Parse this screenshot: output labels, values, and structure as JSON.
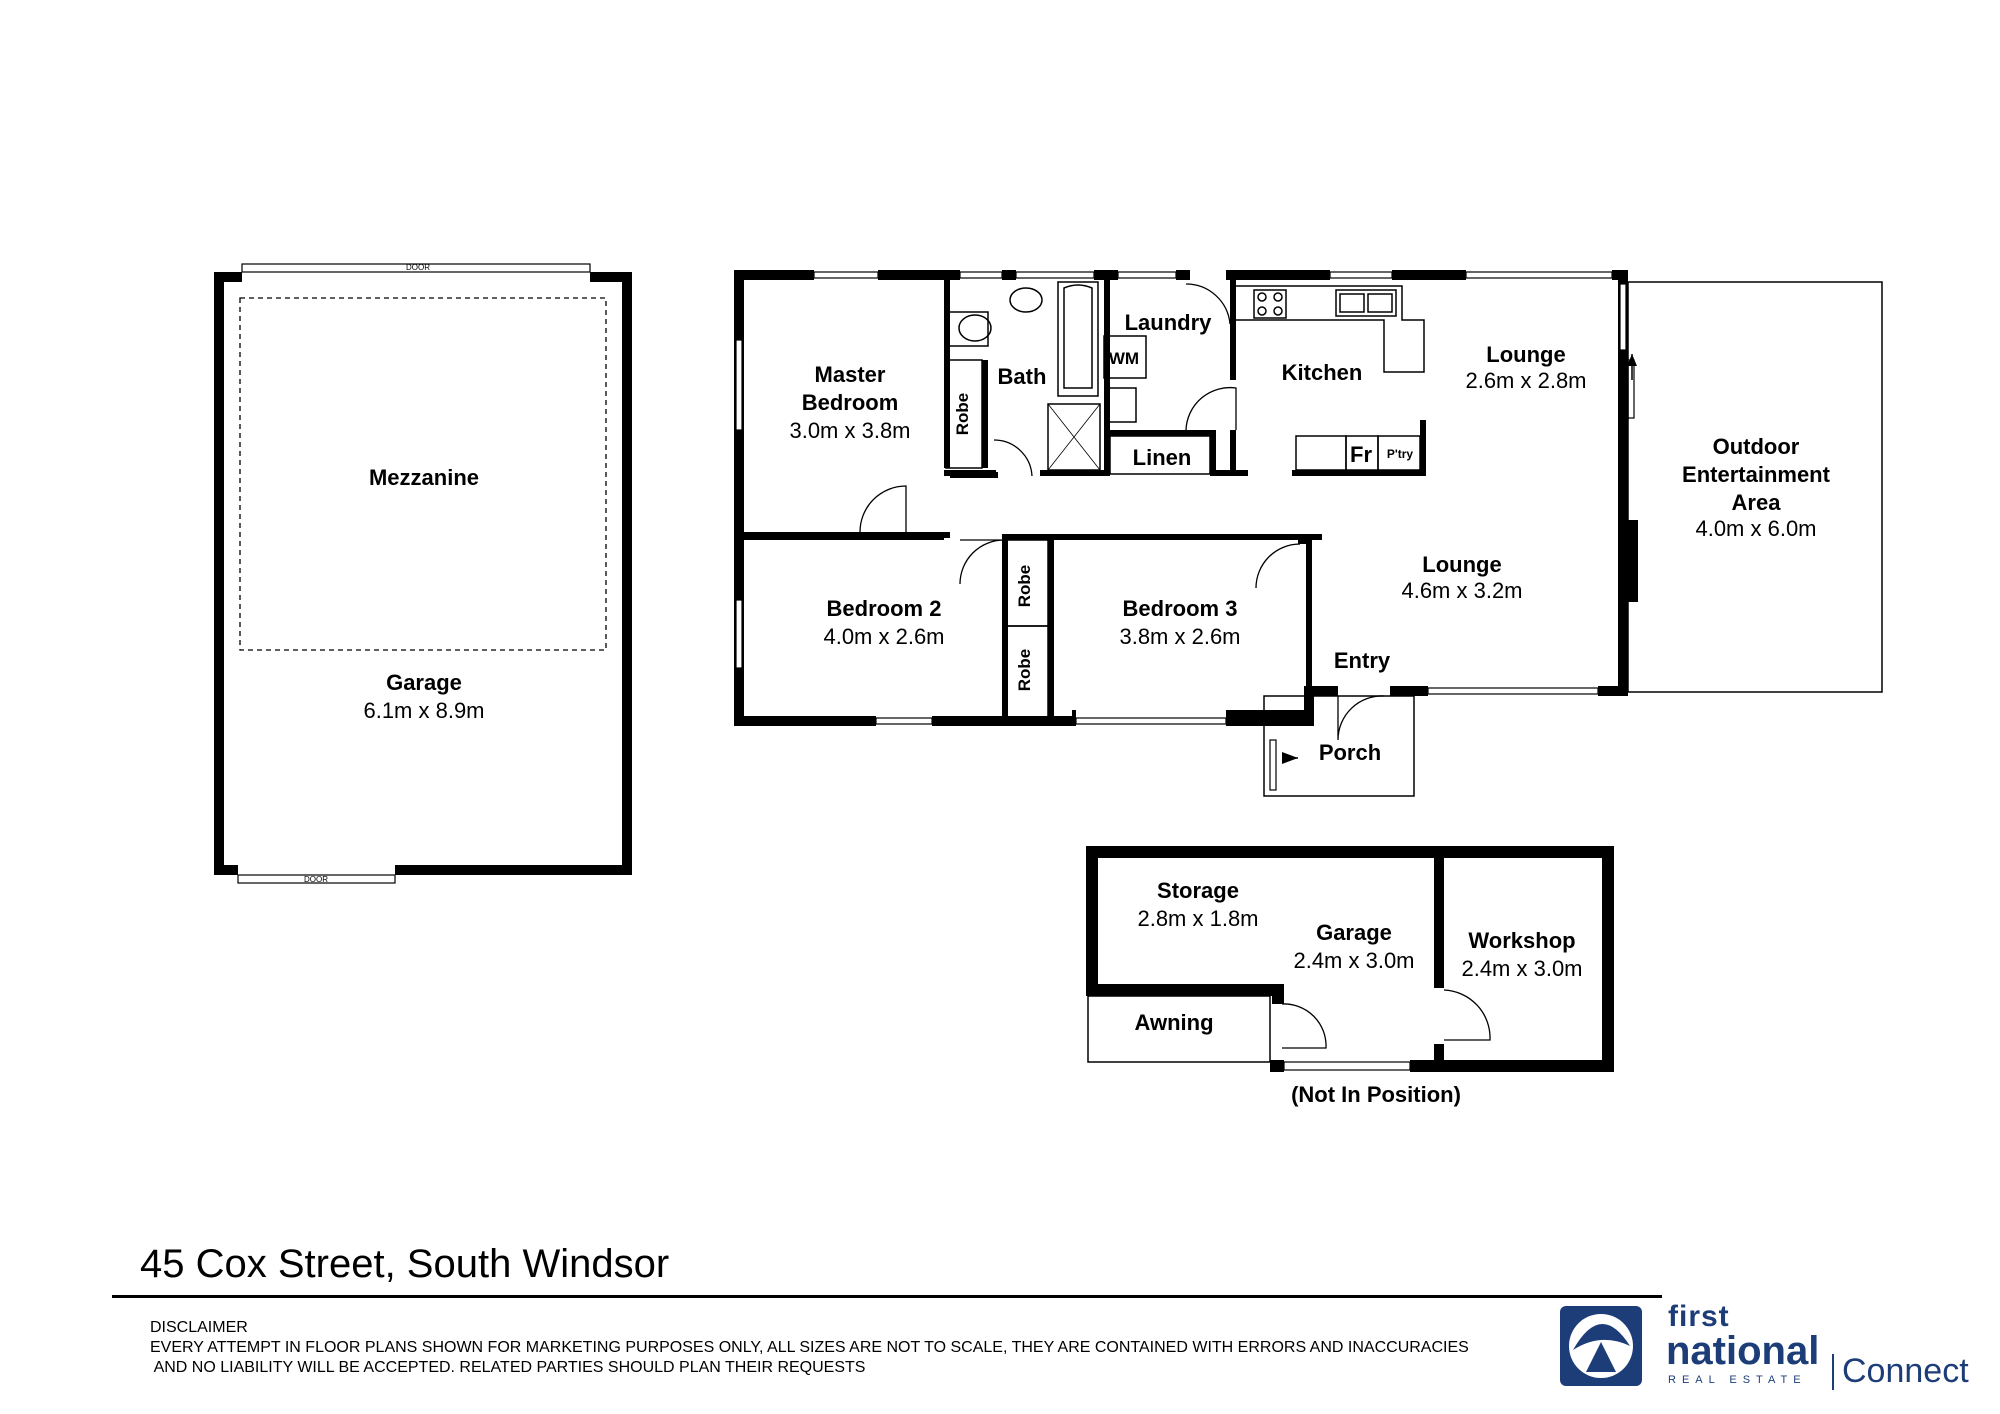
{
  "plan": {
    "address": "45 Cox Street, South Windsor",
    "door_label": "DOOR",
    "rooms": {
      "mezzanine": "Mezzanine",
      "garage_main": {
        "name": "Garage",
        "size": "6.1m x 8.9m"
      },
      "master_bedroom": {
        "name_line1": "Master",
        "name_line2": "Bedroom",
        "size": "3.0m x 3.8m"
      },
      "bath": "Bath",
      "laundry": "Laundry",
      "wm": "WM",
      "linen": "Linen",
      "kitchen": "Kitchen",
      "fridge": "Fr",
      "pantry": "P'try",
      "lounge_upper": {
        "name": "Lounge",
        "size": "2.6m x 2.8m"
      },
      "lounge_lower": {
        "name": "Lounge",
        "size": "4.6m x 3.2m"
      },
      "outdoor": {
        "name_line1": "Outdoor",
        "name_line2": "Entertainment",
        "name_line3": "Area",
        "size": "4.0m x 6.0m"
      },
      "bedroom2": {
        "name": "Bedroom 2",
        "size": "4.0m x 2.6m"
      },
      "bedroom3": {
        "name": "Bedroom 3",
        "size": "3.8m x 2.6m"
      },
      "robe": "Robe",
      "entry": "Entry",
      "porch": "Porch",
      "storage": {
        "name": "Storage",
        "size": "2.8m x 1.8m"
      },
      "garage_small": {
        "name": "Garage",
        "size": "2.4m x 3.0m"
      },
      "workshop": {
        "name": "Workshop",
        "size": "2.4m x 3.0m"
      },
      "awning": "Awning",
      "not_in_position": "(Not In Position)"
    }
  },
  "disclaimer": {
    "title": "DISCLAIMER",
    "line1": "EVERY ATTEMPT IN FLOOR PLANS SHOWN FOR MARKETING PURPOSES ONLY, ALL SIZES ARE NOT TO SCALE, THEY ARE CONTAINED WITH ERRORS AND INACCURACIES",
    "line2": " AND NO LIABILITY WILL BE ACCEPTED. RELATED PARTIES SHOULD PLAN THEIR REQUESTS"
  },
  "brand": {
    "first": "first",
    "national": "national",
    "real_estate": "REAL ESTATE",
    "connect": "Connect",
    "color": "#1d3d78"
  }
}
